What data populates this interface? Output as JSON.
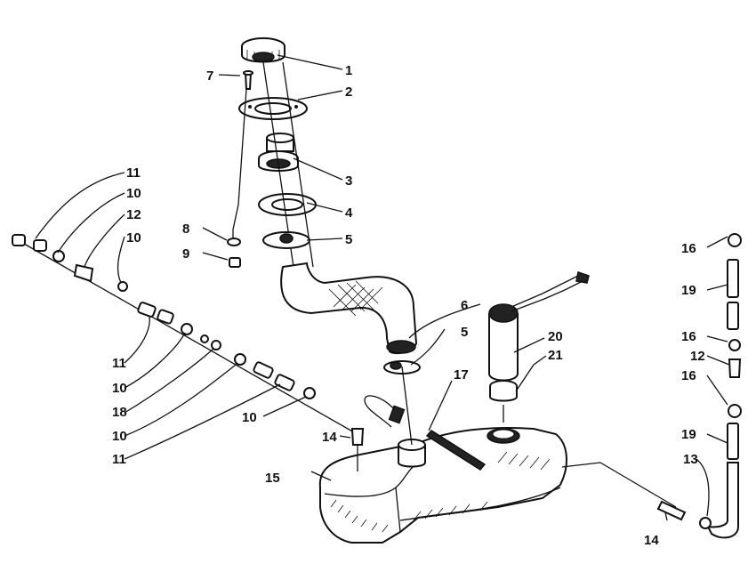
{
  "diagram": {
    "callouts": [
      {
        "id": "c1",
        "text": "1"
      },
      {
        "id": "c2",
        "text": "2"
      },
      {
        "id": "c3",
        "text": "3"
      },
      {
        "id": "c4",
        "text": "4"
      },
      {
        "id": "c5a",
        "text": "5"
      },
      {
        "id": "c5b",
        "text": "5"
      },
      {
        "id": "c6",
        "text": "6"
      },
      {
        "id": "c7",
        "text": "7"
      },
      {
        "id": "c8",
        "text": "8"
      },
      {
        "id": "c9",
        "text": "9"
      },
      {
        "id": "c10a",
        "text": "10"
      },
      {
        "id": "c10b",
        "text": "10"
      },
      {
        "id": "c10c",
        "text": "10"
      },
      {
        "id": "c10d",
        "text": "10"
      },
      {
        "id": "c10e",
        "text": "10"
      },
      {
        "id": "c11a",
        "text": "11"
      },
      {
        "id": "c11b",
        "text": "11"
      },
      {
        "id": "c11c",
        "text": "11"
      },
      {
        "id": "c12a",
        "text": "12"
      },
      {
        "id": "c12b",
        "text": "12"
      },
      {
        "id": "c13",
        "text": "13"
      },
      {
        "id": "c14a",
        "text": "14"
      },
      {
        "id": "c14b",
        "text": "14"
      },
      {
        "id": "c15",
        "text": "15"
      },
      {
        "id": "c16a",
        "text": "16"
      },
      {
        "id": "c16b",
        "text": "16"
      },
      {
        "id": "c16c",
        "text": "16"
      },
      {
        "id": "c17",
        "text": "17"
      },
      {
        "id": "c18",
        "text": "18"
      },
      {
        "id": "c19a",
        "text": "19"
      },
      {
        "id": "c19b",
        "text": "19"
      },
      {
        "id": "c20",
        "text": "20"
      },
      {
        "id": "c21",
        "text": "21"
      }
    ]
  }
}
